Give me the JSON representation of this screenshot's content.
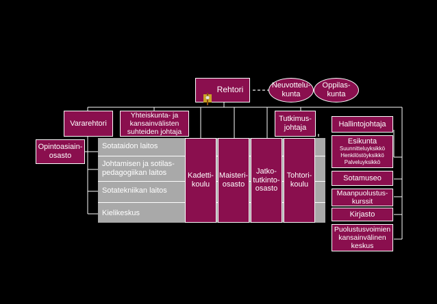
{
  "colors": {
    "box": "#8a0f4e",
    "panel": "#a9a9a9",
    "background": "#000000",
    "connector": "#ffffff"
  },
  "rehtori": {
    "label": "Rehtori",
    "icon": "coat-of-arms-icon"
  },
  "councils": {
    "neuvottelukunta": "Neuvottelu-\nkunta",
    "oppilaskunta": "Oppilas-\nkunta"
  },
  "level2": {
    "vararehtori": "Vararehtori",
    "yhteiskunta": "Yhteiskunta- ja\nkansainvälisten\nsuhteiden johtaja",
    "tutkimusjohtaja": "Tutkimus-\njohtaja",
    "hallintojohtaja": "Hallintojohtaja"
  },
  "opintoasiainosasto": "Opintoasiain-\nosasto",
  "departments": [
    "Sotataidon laitos",
    "Johtamisen ja sotilas-\npedagogiikan laitos",
    "Sotatekniikan laitos",
    "Kielikeskus"
  ],
  "schools": [
    "Kadetti-\nkoulu",
    "Maisteri-\nosasto",
    "Jatko-\ntutkinto-\nosasto",
    "Tohtori-\nkoulu"
  ],
  "admin_units": {
    "esikunta": {
      "title": "Esikunta",
      "subs": [
        "Suunnitteluyksikkö",
        "Henkilöstöyksikkö",
        "Palveluyksikkö"
      ]
    },
    "sotamuseo": "Sotamuseo",
    "maanpuolustuskurssit": "Maanpuolustus-\nkurssit",
    "kirjasto": "Kirjasto",
    "puolustusvoimien": "Puolustusvoimien\nkansainvälinen\nkeskus"
  }
}
